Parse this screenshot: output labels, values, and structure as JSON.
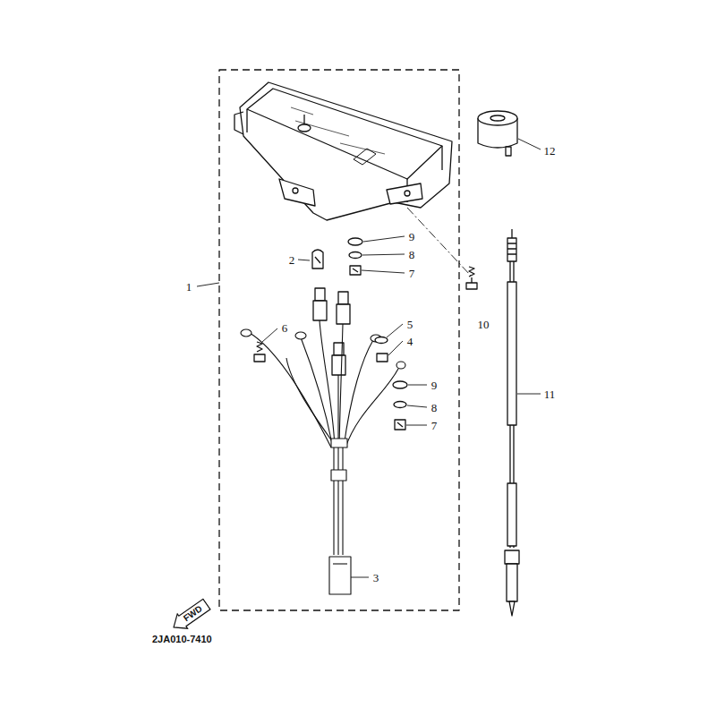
{
  "diagram": {
    "nodes": [
      {
        "text": [
          "FWD"
        ]
      }
    ],
    "labels": [
      "1",
      "2",
      "3",
      "4",
      "5",
      "6",
      "9",
      "8",
      "7",
      "9",
      "8",
      "7",
      "10",
      "11",
      "12",
      "2JA010-7410"
    ]
  }
}
